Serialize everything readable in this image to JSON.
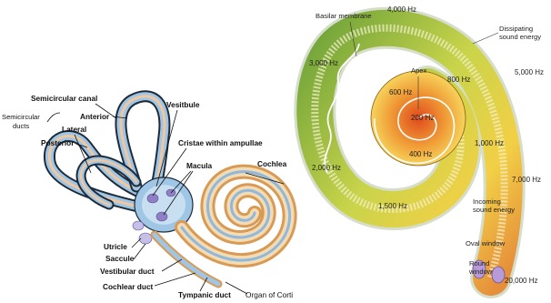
{
  "left_diagram": {
    "labels": {
      "semicircular_canal": "Semicircular canal",
      "semicircular_ducts": "Semicircular\nducts",
      "anterior": "Anterior",
      "lateral": "Lateral",
      "posterior": "Posterior",
      "vestibule": "Vesitbule",
      "cristae": "Cristae within ampullae",
      "macula": "Macula",
      "cochlea": "Cochlea",
      "utricle": "Utricle",
      "saccule": "Saccule",
      "vestibular_duct": "Vestibular duct",
      "cochlear_duct": "Cochlear duct",
      "tympanic_duct": "Tympanic duct",
      "organ_of_corti": "Organ of Corti"
    }
  },
  "right_diagram": {
    "labels": {
      "basilar_membrane": "Basilar membrane",
      "dissipating_energy": "Dissipating\nsound energy",
      "apex": "Apex",
      "incoming_energy": "Incoming\nsound energy",
      "oval_window": "Oval window",
      "round_window": "Round\nwindow"
    },
    "frequencies": {
      "f4000": "4,000 Hz",
      "f3000": "3,000 Hz",
      "f5000": "5,000 Hz",
      "f600": "600 Hz",
      "f800": "800 Hz",
      "f200": "200 Hz",
      "f400": "400 Hz",
      "f1000": "1,000 Hz",
      "f2000": "2,000 Hz",
      "f7000": "7,000 Hz",
      "f1500": "1,500 Hz",
      "f20000": "20,000 Hz"
    }
  }
}
